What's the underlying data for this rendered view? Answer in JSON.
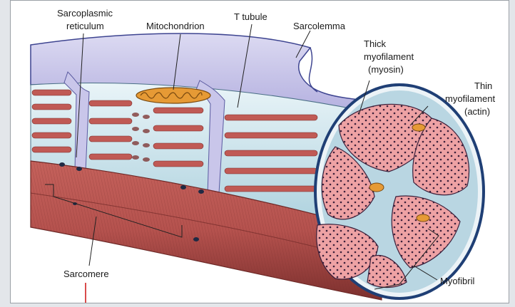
{
  "labels": {
    "sarcoplasmic_line1": "Sarcoplasmic",
    "sarcoplasmic_line2": "reticulum",
    "mitochondrion": "Mitochondrion",
    "t_tubule": "T tubule",
    "sarcolemma": "Sarcolemma",
    "thick_line1": "Thick",
    "thick_line2": "myofilament",
    "thick_line3": "(myosin)",
    "thin_line1": "Thin",
    "thin_line2": "myofilament",
    "thin_line3": "(actin)",
    "sarcomere": "Sarcomere",
    "myofibril": "Myofibril"
  },
  "colors": {
    "muscle_red": "#b5524e",
    "muscle_dark": "#8e3a37",
    "reticulum_blue": "#cfe6ee",
    "membrane_violet": "#c9c6ea",
    "membrane_edge": "#3d4490",
    "myofibril_pink": "#e79a9c",
    "mitochondrion_orange": "#e69a35",
    "cursor_red": "#cc1111"
  }
}
